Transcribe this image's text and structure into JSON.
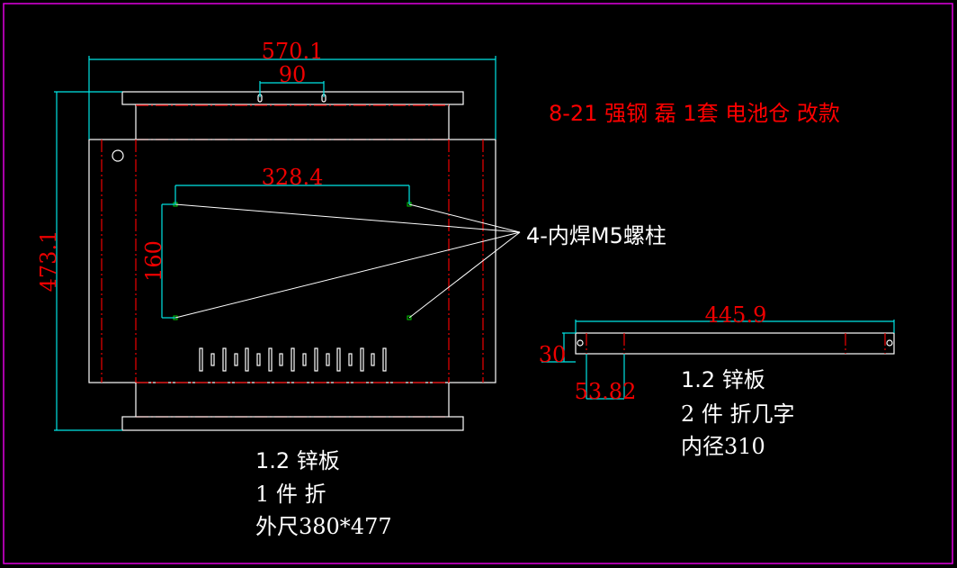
{
  "title": "8-21 强钢 磊 1套 电池仓 改款",
  "callout": "4-内焊M5螺柱",
  "dimensions": {
    "overall_width": "570.1",
    "hole_spacing": "90",
    "overall_height": "473.1",
    "stud_spacing_x": "328.4",
    "stud_spacing_y": "160",
    "strip_length": "445.9",
    "strip_height": "30",
    "strip_offset": "53.82"
  },
  "part1_notes": [
    "1.2 锌板",
    "1 件 折",
    "外尺380*477"
  ],
  "part2_notes": [
    "1.2 锌板",
    "2 件 折几字",
    "内径310"
  ],
  "colors": {
    "border": "#e000e0",
    "dimension": "#00e5e5",
    "text_dim": "#e00000",
    "centerline": "#e00000"
  }
}
